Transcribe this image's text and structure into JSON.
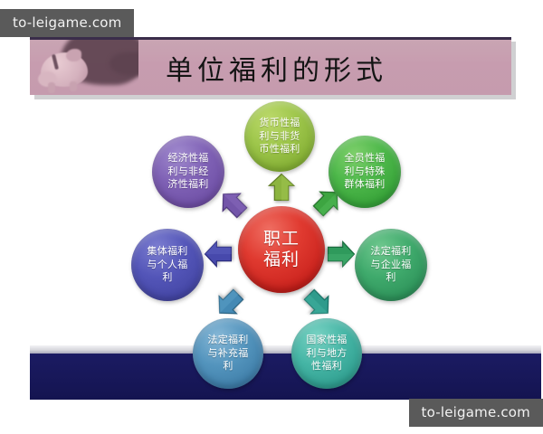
{
  "slide": {
    "title": "单位福利的形式",
    "background_color": "#ffffff",
    "title_bar_color": "#c59bae",
    "band_color": "#1b1b62"
  },
  "watermarks": {
    "top_left": "to-leigame.com",
    "bottom_right": "to-leigame.com"
  },
  "diagram": {
    "center": {
      "label": "职工\n福利",
      "line1": "职工",
      "line2": "福利",
      "color": "#d0271f"
    },
    "nodes": [
      {
        "position": "top",
        "lines": [
          "货币性福",
          "利与非货",
          "币性福利"
        ],
        "text": "货币性福利与非货币性福利",
        "color": "#93bd43"
      },
      {
        "position": "top-right",
        "lines": [
          "全员性福",
          "利与特殊",
          "群体福利"
        ],
        "text": "全员性福利与特殊群体福利",
        "color": "#3faa42"
      },
      {
        "position": "right",
        "lines": [
          "法定福利",
          "与企业福",
          "利"
        ],
        "text": "法定福利与企业福利",
        "color": "#369a62"
      },
      {
        "position": "bottom-right",
        "lines": [
          "国家性福",
          "利与地方",
          "性福利"
        ],
        "text": "国家性福利与地方性福利",
        "color": "#36a897"
      },
      {
        "position": "bottom-left",
        "lines": [
          "法定福利",
          "与补充福",
          "利"
        ],
        "text": "法定福利与补充福利",
        "color": "#4b8bb4"
      },
      {
        "position": "left",
        "lines": [
          "集体福利",
          "与个人福",
          "利"
        ],
        "text": "集体福利与个人福利",
        "color": "#4b4eaf"
      },
      {
        "position": "top-left",
        "lines": [
          "经济性福",
          "利与非经",
          "济性福利"
        ],
        "text": "经济性福利与非经济性福利",
        "color": "#7759ac"
      }
    ],
    "arrows": [
      {
        "direction": "up",
        "color": "#8cb43f"
      },
      {
        "direction": "up-right",
        "color": "#3da541"
      },
      {
        "direction": "right",
        "color": "#2f9a5c"
      },
      {
        "direction": "down-right",
        "color": "#2f9b8c"
      },
      {
        "direction": "down-left",
        "color": "#4489b4"
      },
      {
        "direction": "left",
        "color": "#4749ac"
      },
      {
        "direction": "up-left",
        "color": "#7355a9"
      }
    ]
  }
}
